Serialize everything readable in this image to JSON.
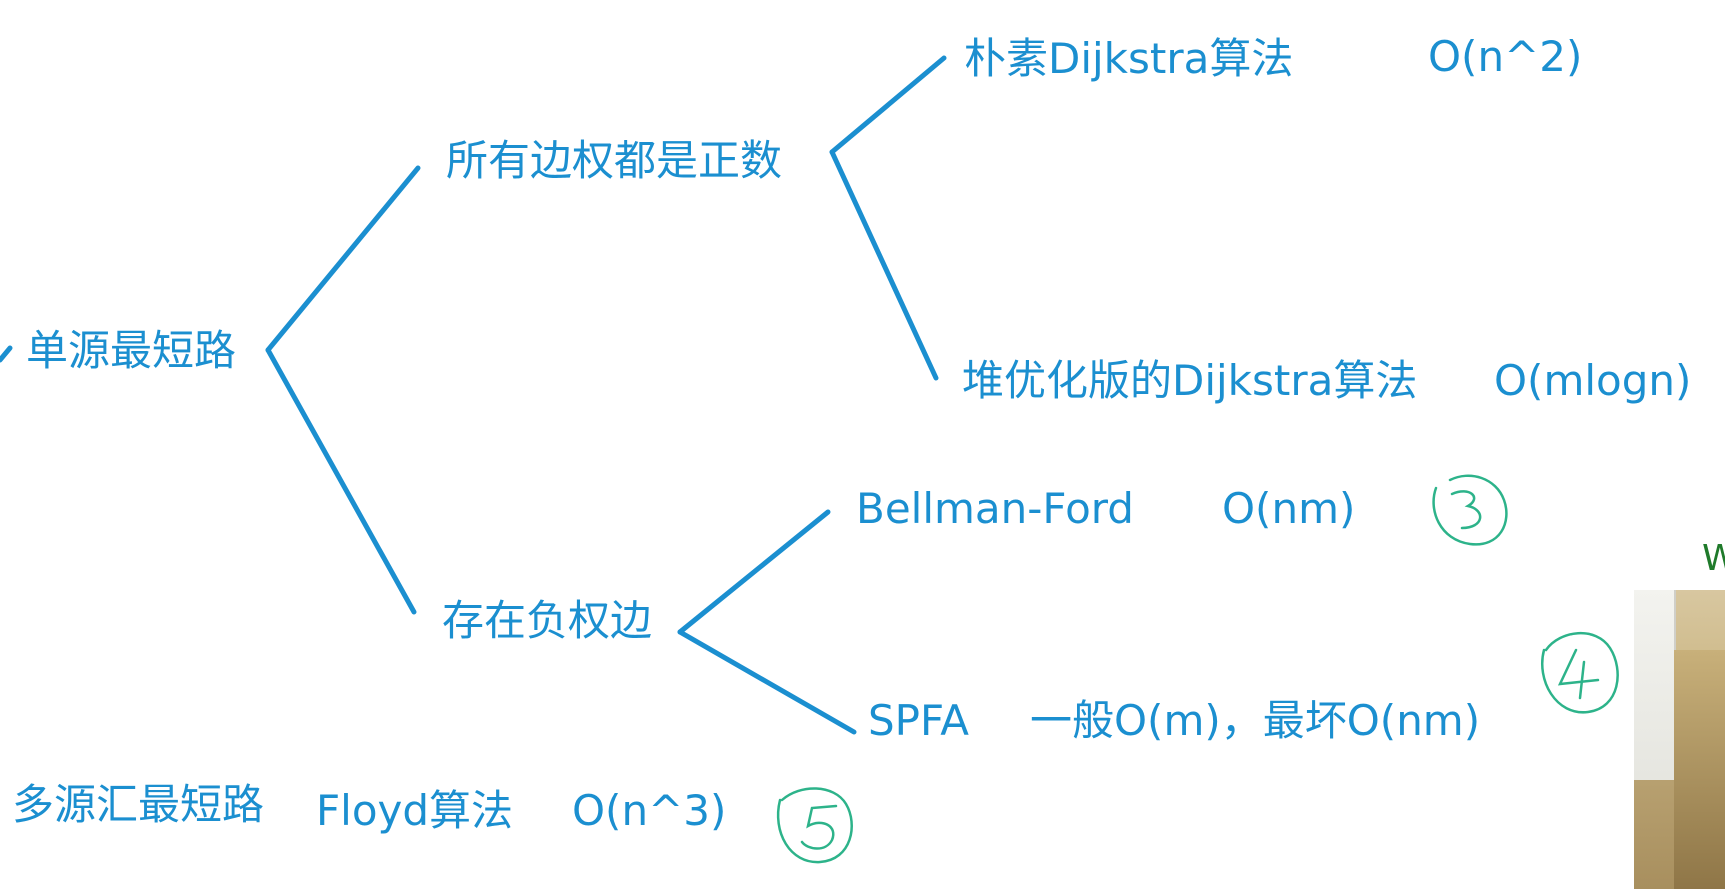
{
  "diagram": {
    "root": "单源最短路",
    "positive_branch": "所有边权都是正数",
    "naive_dijkstra": "朴素Dijkstra算法",
    "naive_dijkstra_complexity": "O(n^2)",
    "heap_dijkstra": "堆优化版的Dijkstra算法",
    "heap_dijkstra_complexity": "O(mlogn)",
    "negative_branch": "存在负权边",
    "bellman_ford": "Bellman-Ford",
    "bellman_ford_complexity": "O(nm)",
    "spfa": "SPFA",
    "spfa_complexity": "一般O(m)，最坏O(nm)",
    "multi_source": "多源汇最短路",
    "floyd": "Floyd算法",
    "floyd_complexity": "O(n^3)"
  },
  "annotations": {
    "mark_3": "3",
    "mark_4": "4",
    "mark_5": "5"
  },
  "webcam": {
    "partial_letter": "W"
  },
  "colors": {
    "text": "#1b8fd0",
    "lines": "#1b8fd0",
    "annotation_ink": "#2db38a"
  }
}
